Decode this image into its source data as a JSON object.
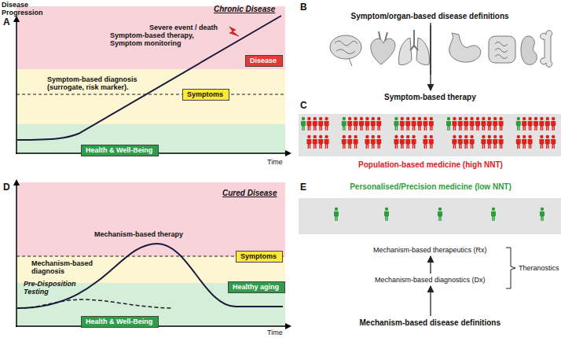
{
  "diagram": {
    "nodes": [
      {
        "text": [
          "Disease"
        ]
      },
      {
        "text": [
          "Symptoms"
        ]
      },
      {
        "text": [
          "Health & Well-Being"
        ]
      },
      {
        "text": [
          "Symptom/organ-based disease definitions"
        ]
      },
      {
        "text": [
          "Symptom-based therapy"
        ]
      },
      {
        "text": [
          "Symptoms"
        ]
      },
      {
        "text": [
          "Healthy aging"
        ]
      },
      {
        "text": [
          "Health & Well-Being"
        ]
      },
      {
        "text": [
          "Mechanism-based therapeutics (Rx)"
        ]
      },
      {
        "text": [
          "Mechanism-based diagnostics (Dx)"
        ]
      },
      {
        "text": [
          "Mechanism-based disease definitions"
        ]
      }
    ],
    "edges": [
      {
        "from": 3,
        "to": 4,
        "arrow": "to"
      },
      {
        "from": 10,
        "to": 9,
        "arrow": "to"
      },
      {
        "from": 9,
        "to": 8,
        "arrow": "to"
      }
    ],
    "labels": [
      "Disease Progression",
      "A",
      "Chronic Disease",
      "Severe event / death",
      "Symptom-based therapy, Symptom monitoring",
      "Symptom-based diagnosis (surrogate, risk marker).",
      "Time",
      "B",
      "C",
      "Population-based medicine (high NNT)",
      "D",
      "Cured Disease",
      "Mechanism-based therapy",
      "Mechanism-based diagnosis",
      "Pre-Disposition Testing",
      "Time",
      "Personalised/Precision medicine (low NNT)",
      "E",
      "Theranostics"
    ]
  }
}
